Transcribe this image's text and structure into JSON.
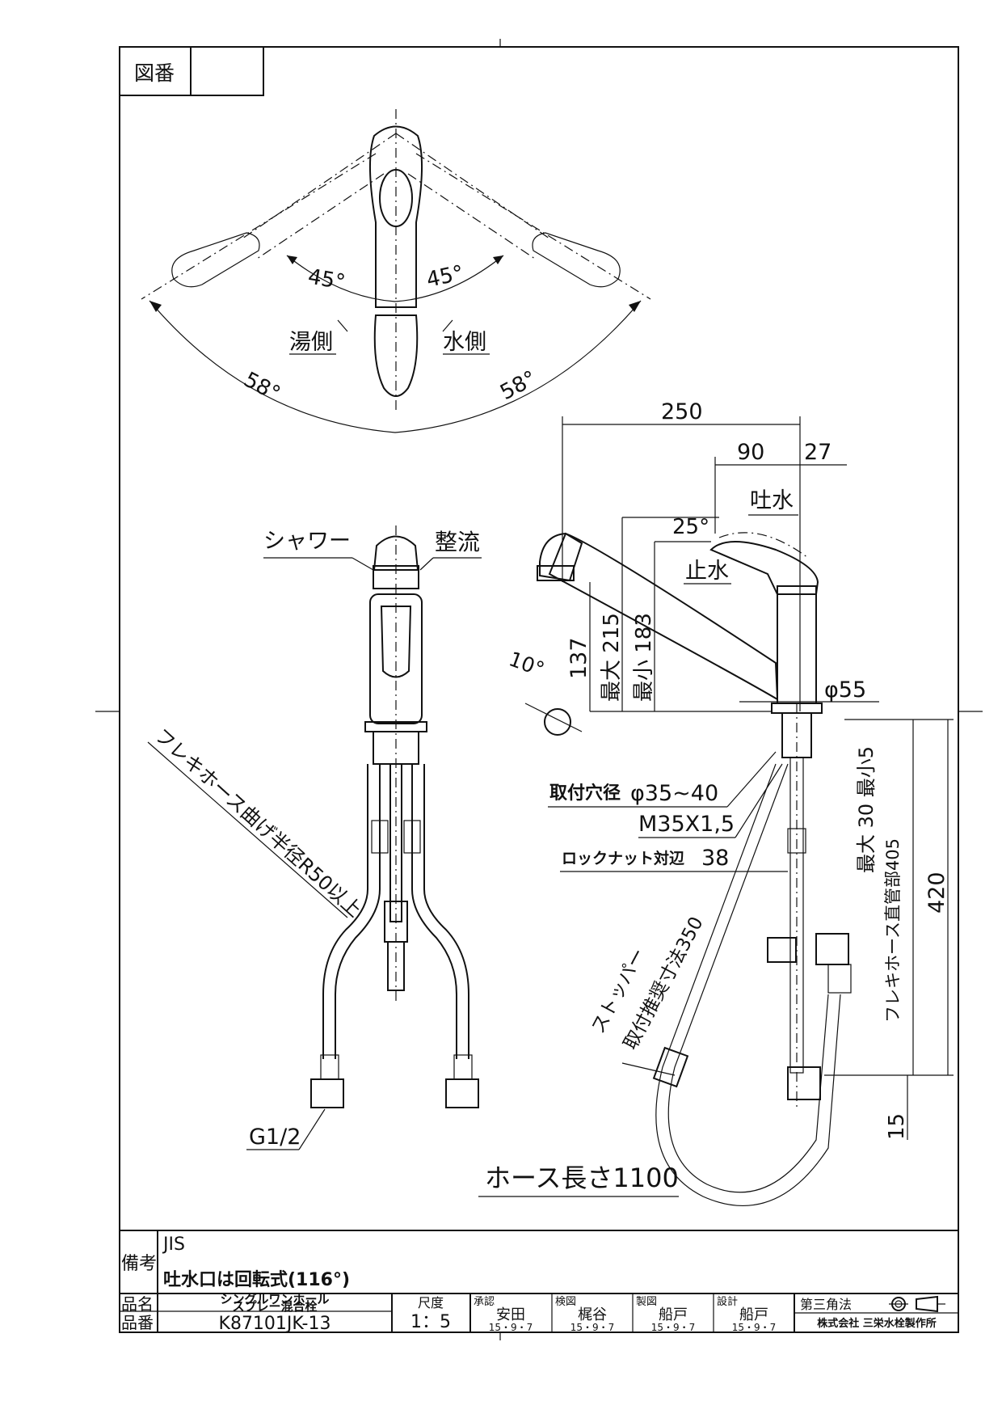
{
  "frame": {
    "drawing_no_label": "図番",
    "drawing_no_value": ""
  },
  "top_view": {
    "angle_left_inner": "45°",
    "angle_right_inner": "45°",
    "angle_left_outer": "58°",
    "angle_right_outer": "58°",
    "hot_side": "湯側",
    "cold_side": "水側"
  },
  "front_view": {
    "shower": "シャワー",
    "stream": "整流",
    "hose_bend": "フレキホース曲げ半径R50以上",
    "thread": "G1/2"
  },
  "side_view": {
    "dim_250": "250",
    "dim_90": "90",
    "dim_27": "27",
    "spout_water": "吐水",
    "angle_25": "25°",
    "stop_water": "止水",
    "angle_10": "10°",
    "dim_137": "137",
    "dim_max215": "最大 215",
    "dim_min183": "最小 183",
    "dia_55": "φ55",
    "mount_hole": "取付穴径",
    "mount_hole_dia": "φ35~40",
    "thread_m35": "M35X1,5",
    "locknut": "ロックナット対辺",
    "locknut_size": "38",
    "max30_min5": "最大 30 最小5",
    "stopper_1": "ストッパー",
    "stopper_2": "取付推奨寸法350",
    "flex_straight": "フレキホース直管部405",
    "dim_420": "420",
    "dim_15": "15",
    "hose_length": "ホース長さ1100"
  },
  "title_block": {
    "remarks_label": "備考",
    "remark_1": "JIS",
    "remark_2": "吐水口は回転式(116°)",
    "product_name_label": "品名",
    "product_name_1": "シングルワンホール",
    "product_name_2": "スプレー混合栓",
    "product_no_label": "品番",
    "product_no": "K87101JK-13",
    "scale_label": "尺度",
    "scale_value": "1：5",
    "approved_label": "承認",
    "approved_name": "安田",
    "approved_date": "15・9・7",
    "checked_label": "検図",
    "checked_name": "梶谷",
    "checked_date": "15・9・7",
    "drawn_label": "製図",
    "drawn_name": "船戸",
    "drawn_date": "15・9・7",
    "design_label": "設計",
    "design_name": "船戸",
    "design_date": "15・9・7",
    "projection": "第三角法",
    "company": "株式会社 三栄水栓製作所"
  }
}
